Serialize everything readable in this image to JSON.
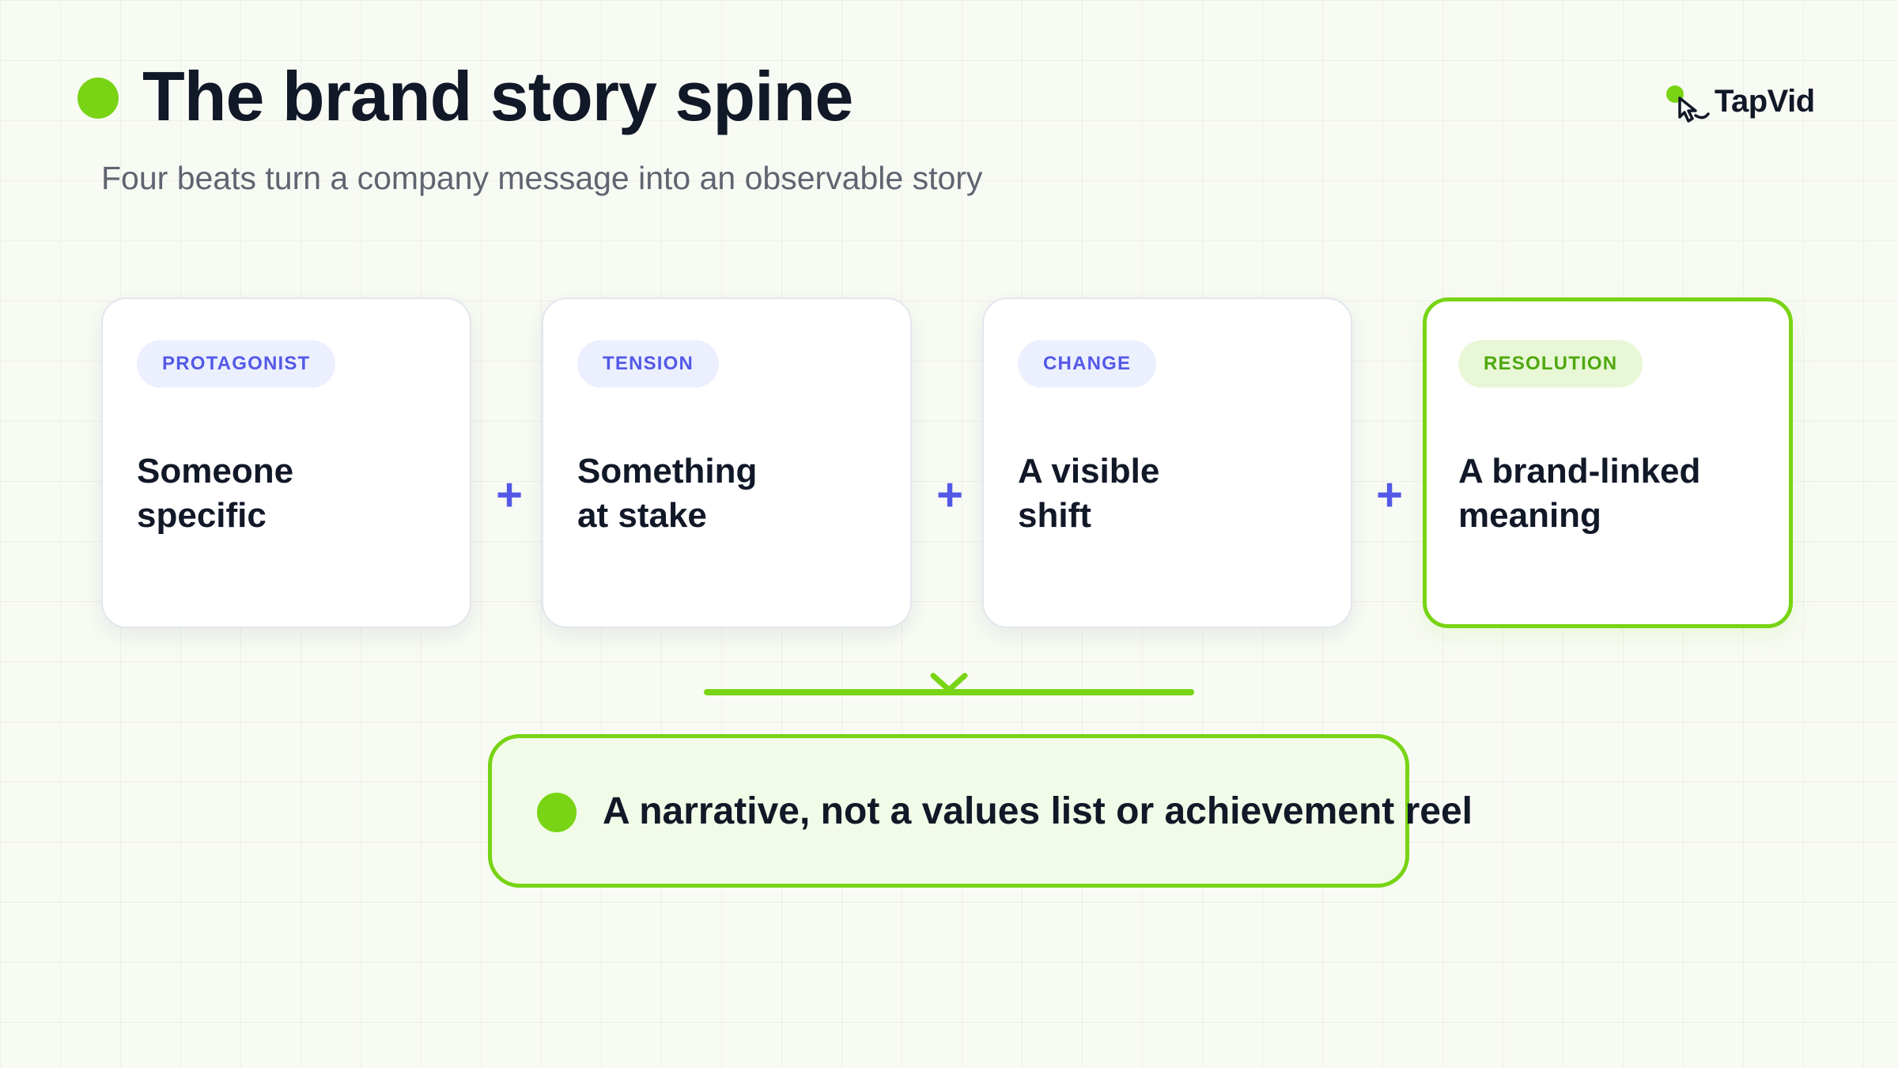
{
  "header": {
    "title": "The brand story spine",
    "subtitle": "Four beats turn a company message into an observable story"
  },
  "logo": {
    "text": "TapVid",
    "icon": "pointer-hand-icon"
  },
  "beats": [
    {
      "tag": "PROTAGONIST",
      "text": "Someone\nspecific"
    },
    {
      "tag": "TENSION",
      "text": "Something\nat stake"
    },
    {
      "tag": "CHANGE",
      "text": "A visible\nshift"
    },
    {
      "tag": "RESOLUTION",
      "text": "A brand-linked\nmeaning"
    }
  ],
  "operator": "+",
  "summary": {
    "text": "A narrative, not a values list or achievement reel"
  },
  "colors": {
    "accent_green": "#78d414",
    "accent_indigo": "#5359e6",
    "text_dark": "#111827",
    "text_muted": "#5f6470",
    "background": "#f8faf4"
  }
}
